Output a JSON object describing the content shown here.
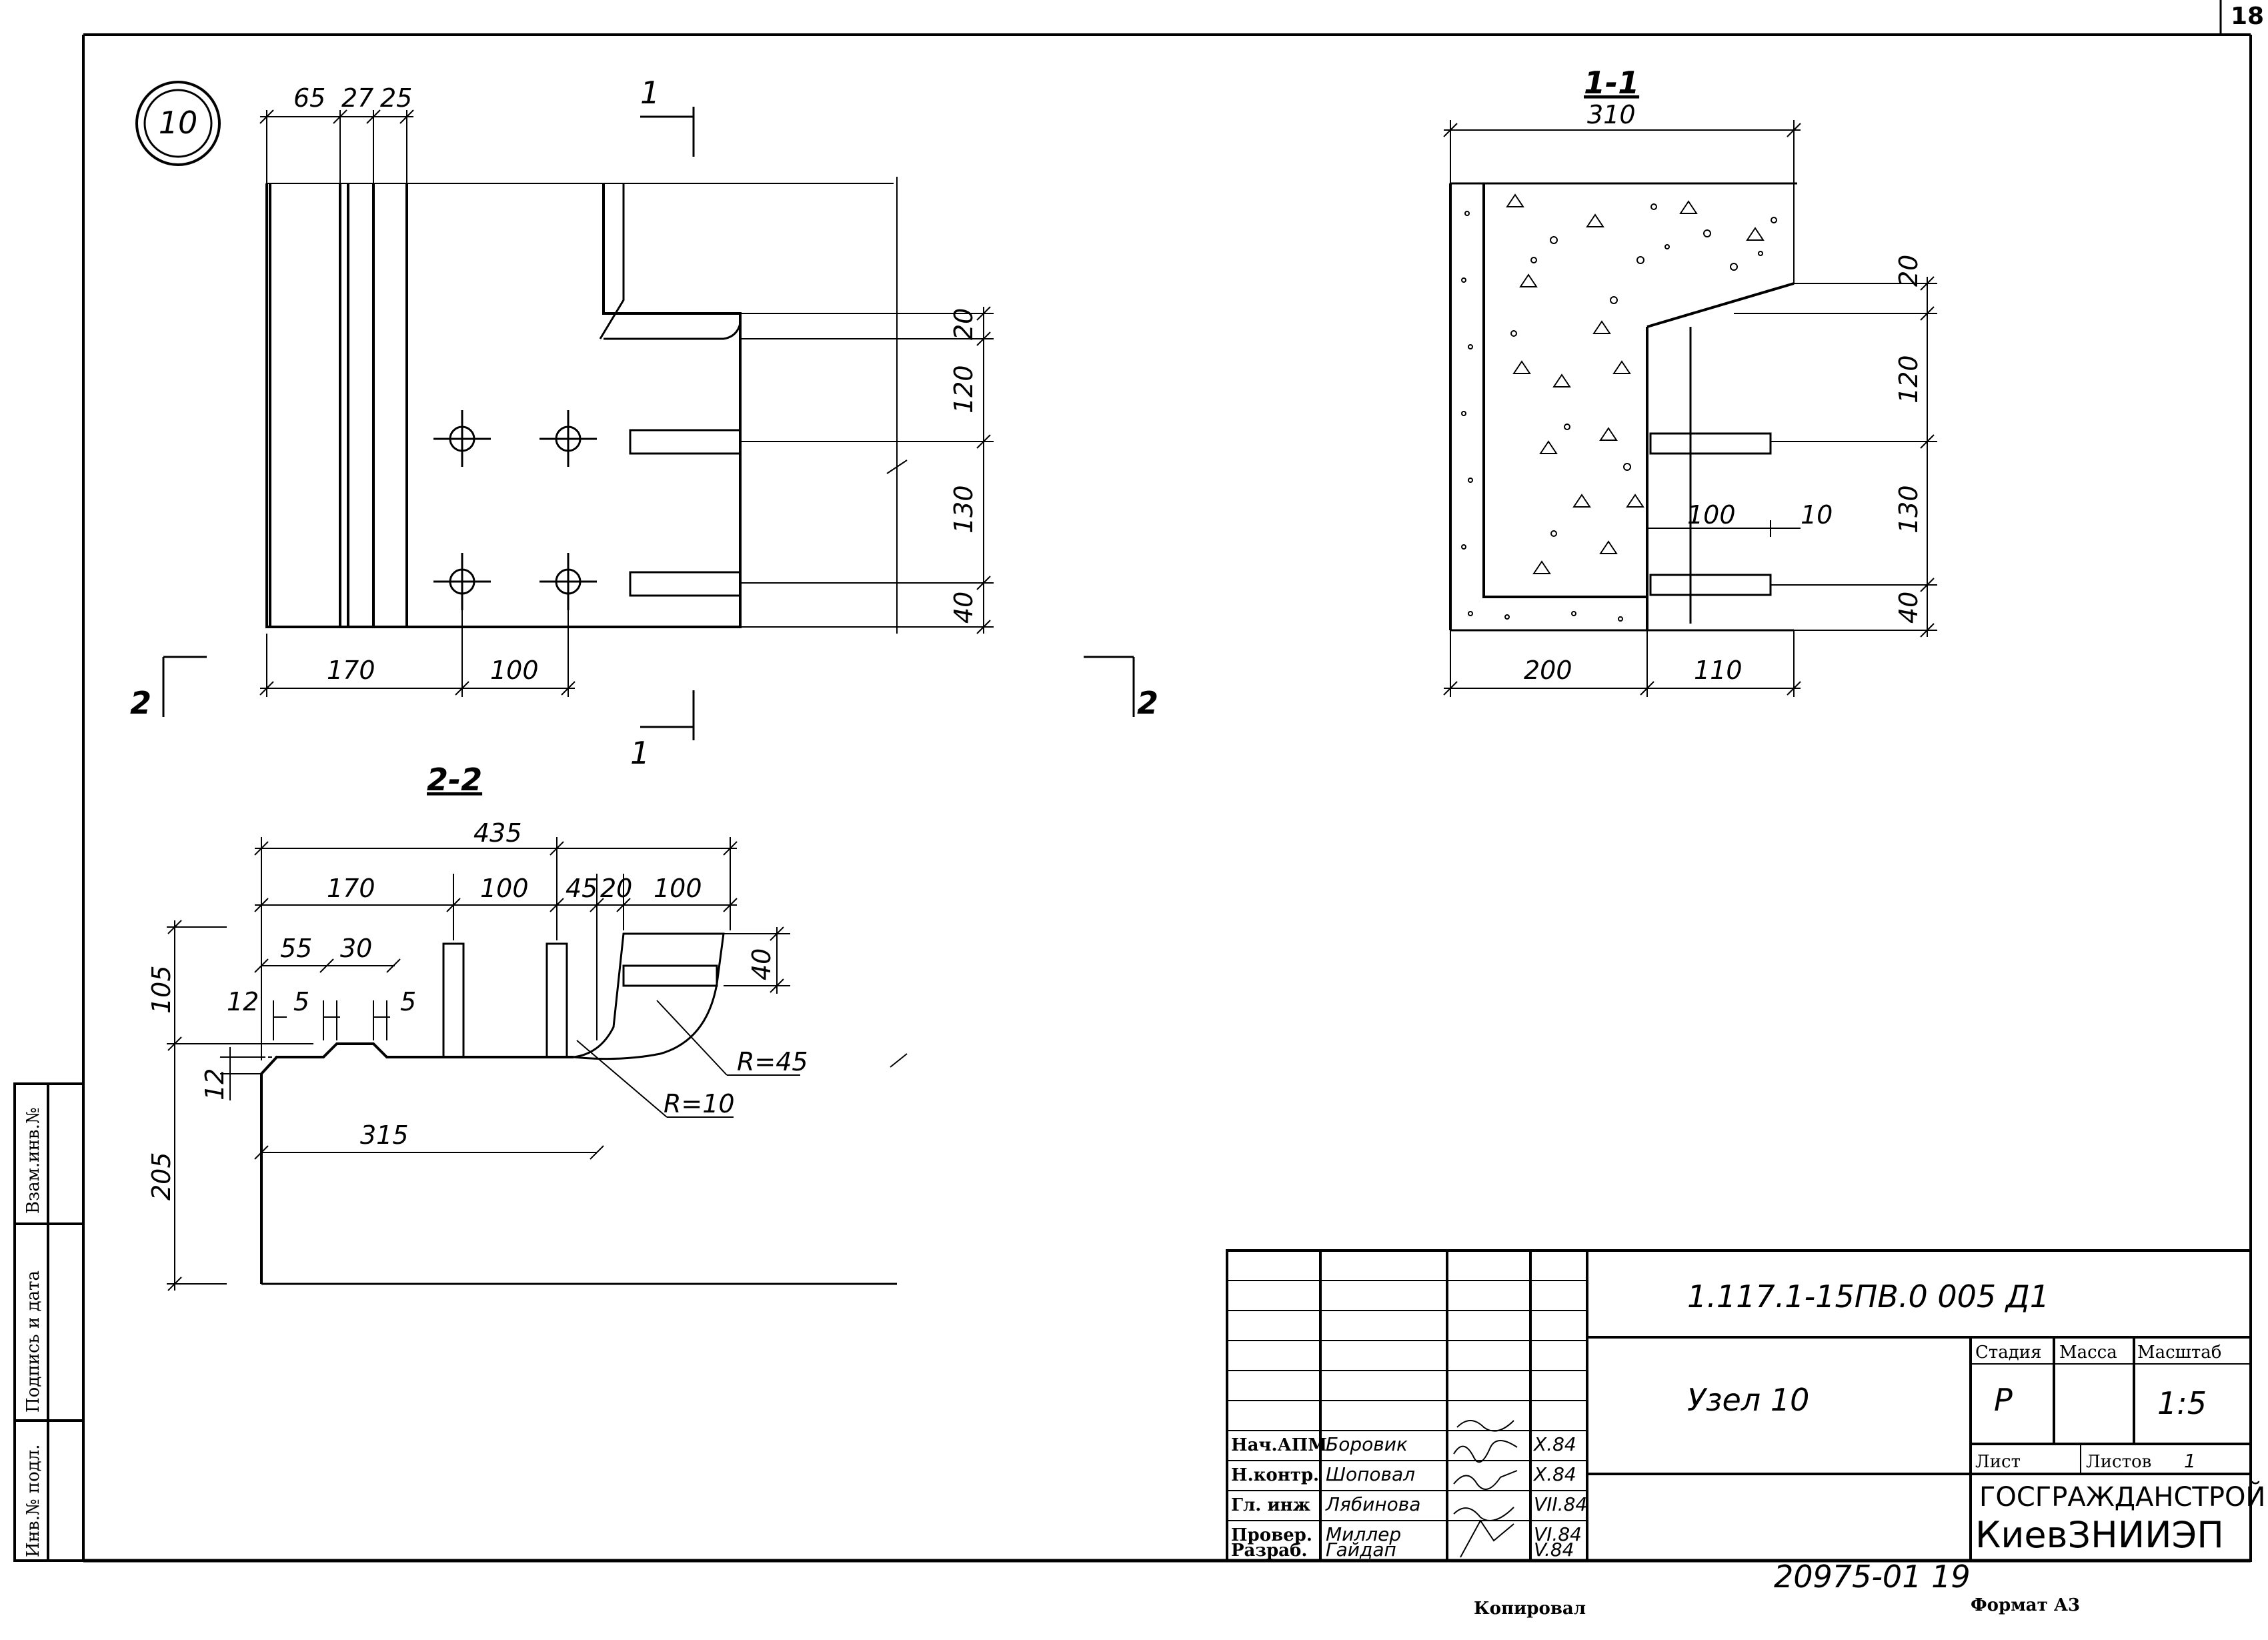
{
  "sheet": {
    "page_number": "18",
    "node_badge": "10",
    "footer_copied": "Копировал",
    "footer_format": "Формат А3",
    "footer_handwritten_number": "20975-01 19"
  },
  "side_stamp": {
    "inv_no": "Инв.№ подл.",
    "signature_date": "Подпись и дата",
    "replaces_inv": "Взам.инв.№"
  },
  "main_view": {
    "dims_top": [
      "65",
      "27",
      "25"
    ],
    "dims_bottom": [
      "170",
      "100"
    ],
    "dims_right": [
      "20",
      "120",
      "130",
      "40"
    ],
    "section_mark_1": "1",
    "section_mark_2": "2"
  },
  "section_1_1": {
    "title": "1-1",
    "overall": "310",
    "dims_bottom": [
      "200",
      "110"
    ],
    "dims_inner": [
      "100",
      "10"
    ],
    "dims_right": [
      "20",
      "120",
      "130",
      "40"
    ]
  },
  "section_2_2": {
    "title": "2-2",
    "overall": "435",
    "dims_top": [
      "170",
      "100",
      "45",
      "20",
      "100"
    ],
    "dims_small": [
      "55",
      "30",
      "12",
      "5",
      "5"
    ],
    "dims_left": [
      "105",
      "12",
      "205"
    ],
    "dim_315": "315",
    "dim_right": "40",
    "radius_large": "R=45",
    "radius_small": "R=10"
  },
  "title_block": {
    "document_code": "1.117.1-15ПВ.0 005 Д1",
    "drawing_name": "Узел 10",
    "col_stage": "Стадия",
    "col_mass": "Масса",
    "col_scale": "Масштаб",
    "stage": "Р",
    "mass": "",
    "scale": "1:5",
    "sheet_label": "Лист",
    "sheets_label": "Листов",
    "sheets_total": "1",
    "org_line1": "ГОСГРАЖДАНСТРОЙ",
    "org_line2": "КиевЗНИИЭП",
    "signatures": [
      {
        "role": "Нач.АПМ",
        "name": "Боровик",
        "date": "X.84"
      },
      {
        "role": "Н.контр.",
        "name": "Шоповал",
        "date": "X.84"
      },
      {
        "role": "Гл. инж",
        "name": "Лябинова",
        "date": "VII.84"
      },
      {
        "role": "Провер.",
        "name": "Миллер",
        "date": "VI.84"
      },
      {
        "role": "Разраб.",
        "name": "Гайдап",
        "date": "V.84"
      }
    ]
  }
}
